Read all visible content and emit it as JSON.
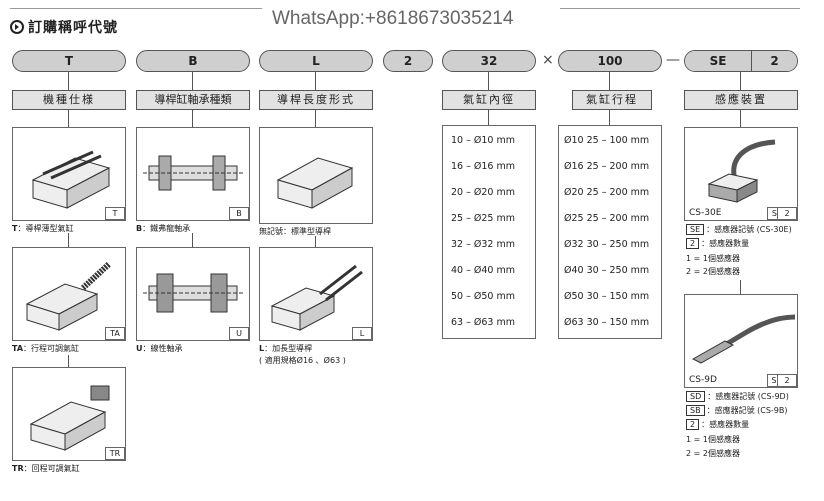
{
  "header": {
    "title": "訂購稱呼代號",
    "watermark": "WhatsApp:+8618673035214"
  },
  "code": {
    "p1": "T",
    "p2": "B",
    "p3": "L",
    "p4": "2",
    "p5": "32",
    "x": "×",
    "p6": "100",
    "dash": "—",
    "p7": "SE",
    "p8": "2"
  },
  "labels": {
    "l1": "機種仕様",
    "l2": "導桿缸軸承種類",
    "l3": "導桿長度形式",
    "l4": "氣缸內徑",
    "l5": "氣缸行程",
    "l6": "感應裝置"
  },
  "type_col": {
    "t": {
      "tag": "T",
      "code": "T",
      "desc": "：導桿薄型氣缸"
    },
    "ta": {
      "tag": "TA",
      "code": "TA",
      "desc": "：行程可調氣缸"
    },
    "tr": {
      "tag": "TR",
      "code": "TR",
      "desc": "：回程可調氣缸"
    }
  },
  "bearing_col": {
    "b": {
      "tag": "B",
      "code": "B",
      "desc": "：鐵弗龍軸承"
    },
    "u": {
      "tag": "U",
      "code": "U",
      "desc": "：線性軸承"
    }
  },
  "length_col": {
    "std": {
      "desc": "無記號：標準型導桿"
    },
    "l": {
      "tag": "L",
      "code": "L",
      "desc": "：加長型導桿",
      "note": "( 適用規格Ø16 、Ø63 )"
    }
  },
  "bores": [
    {
      "a": "10",
      "d": "–",
      "b": "Ø10",
      "u": "mm"
    },
    {
      "a": "16",
      "d": "–",
      "b": "Ø16",
      "u": "mm"
    },
    {
      "a": "20",
      "d": "–",
      "b": "Ø20",
      "u": "mm"
    },
    {
      "a": "25",
      "d": "–",
      "b": "Ø25",
      "u": "mm"
    },
    {
      "a": "32",
      "d": "–",
      "b": "Ø32",
      "u": "mm"
    },
    {
      "a": "40",
      "d": "–",
      "b": "Ø40",
      "u": "mm"
    },
    {
      "a": "50",
      "d": "–",
      "b": "Ø50",
      "u": "mm"
    },
    {
      "a": "63",
      "d": "–",
      "b": "Ø63",
      "u": "mm"
    }
  ],
  "strokes": [
    {
      "b": "Ø10",
      "r": "25 – 100 mm"
    },
    {
      "b": "Ø16",
      "r": "25 – 200 mm"
    },
    {
      "b": "Ø20",
      "r": "25 – 200 mm"
    },
    {
      "b": "Ø25",
      "r": "25 – 200 mm"
    },
    {
      "b": "Ø32",
      "r": "30 – 250 mm"
    },
    {
      "b": "Ø40",
      "r": "30 – 250 mm"
    },
    {
      "b": "Ø50",
      "r": "30 – 150 mm"
    },
    {
      "b": "Ø63",
      "r": "30 – 150 mm"
    }
  ],
  "sensor": {
    "s1": {
      "model": "CS-30E",
      "tag_a": "SE",
      "tag_b": "2",
      "lines": [
        {
          "box": "SE",
          "text": "：感應器記號 (CS-30E)"
        },
        {
          "box": "2",
          "text": "：感應器數量"
        }
      ],
      "counts": [
        "1 = 1個感應器",
        "2 = 2個感應器"
      ]
    },
    "s2": {
      "model": "CS-9D",
      "tag_a": "SD",
      "tag_b": "2",
      "lines": [
        {
          "box": "SD",
          "text": "：感應器記號 (CS-9D)"
        },
        {
          "box": "SB",
          "text": "：感應器記號 (CS-9B)"
        },
        {
          "box": "2",
          "text": "：感應器數量"
        }
      ],
      "counts": [
        "1 = 1個感應器",
        "2 = 2個感應器"
      ]
    }
  }
}
